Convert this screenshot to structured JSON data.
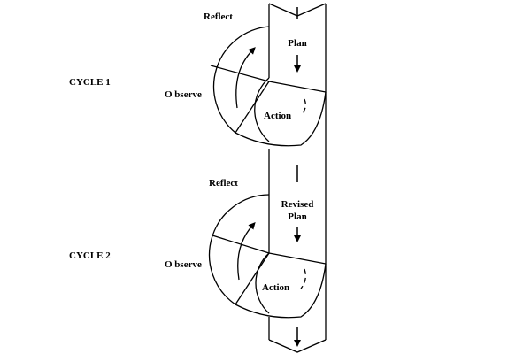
{
  "cycles": [
    {
      "cycle_label": "CYCLE 1",
      "reflect": "Reflect",
      "observe": "O bserve",
      "action": "Action",
      "plan_lines": [
        "Plan"
      ]
    },
    {
      "cycle_label": "CYCLE 2",
      "reflect": "Reflect",
      "observe": "O bserve",
      "action": "Action",
      "plan_lines": [
        "Revised",
        "Plan"
      ]
    }
  ],
  "colors": {
    "line": "#000000",
    "background": "#ffffff"
  }
}
